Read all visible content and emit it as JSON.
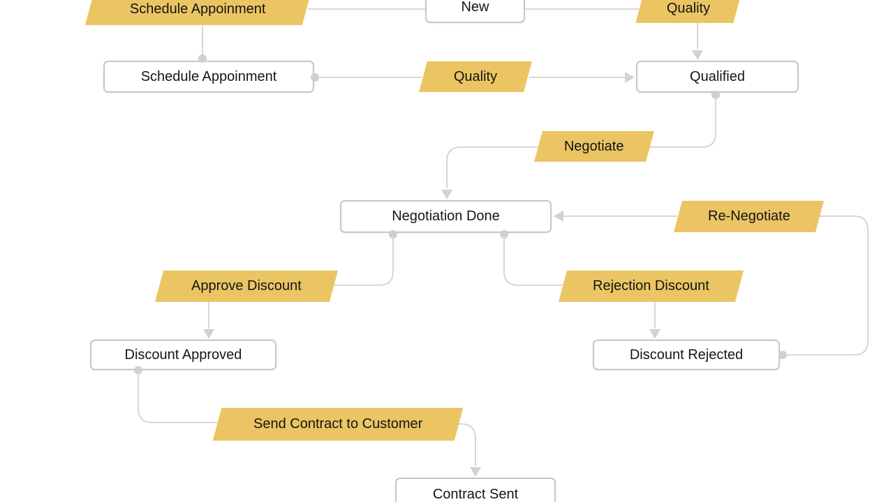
{
  "diagram": {
    "type": "workflow-state-diagram",
    "states": [
      {
        "id": "new",
        "label": "New"
      },
      {
        "id": "schedule-appoinment",
        "label": "Schedule Appoinment"
      },
      {
        "id": "qualified",
        "label": "Qualified"
      },
      {
        "id": "negotiation-done",
        "label": "Negotiation Done"
      },
      {
        "id": "discount-approved",
        "label": "Discount Approved"
      },
      {
        "id": "discount-rejected",
        "label": "Discount Rejected"
      },
      {
        "id": "contract-sent",
        "label": "Contract Sent"
      }
    ],
    "transitions": [
      {
        "id": "schedule-appoinment-transition",
        "label": "Schedule Appoinment",
        "from": "new",
        "to": "schedule-appoinment"
      },
      {
        "id": "quality-from-new",
        "label": "Quality",
        "from": "new",
        "to": "qualified"
      },
      {
        "id": "quality-from-schedule",
        "label": "Quality",
        "from": "schedule-appoinment",
        "to": "qualified"
      },
      {
        "id": "negotiate",
        "label": "Negotiate",
        "from": "qualified",
        "to": "negotiation-done"
      },
      {
        "id": "re-negotiate",
        "label": "Re-Negotiate",
        "from": "discount-rejected",
        "to": "negotiation-done"
      },
      {
        "id": "approve-discount",
        "label": "Approve Discount",
        "from": "negotiation-done",
        "to": "discount-approved"
      },
      {
        "id": "rejection-discount",
        "label": "Rejection Discount",
        "from": "negotiation-done",
        "to": "discount-rejected"
      },
      {
        "id": "send-contract-to-customer",
        "label": "Send Contract to Customer",
        "from": "discount-approved",
        "to": "contract-sent"
      }
    ],
    "colors": {
      "transition_fill": "#EBC564",
      "state_fill": "#FFFFFF",
      "state_border": "#C6C6C6",
      "connector": "#D7D7D7",
      "text": "#161616",
      "background": "#FFFFFF"
    }
  }
}
